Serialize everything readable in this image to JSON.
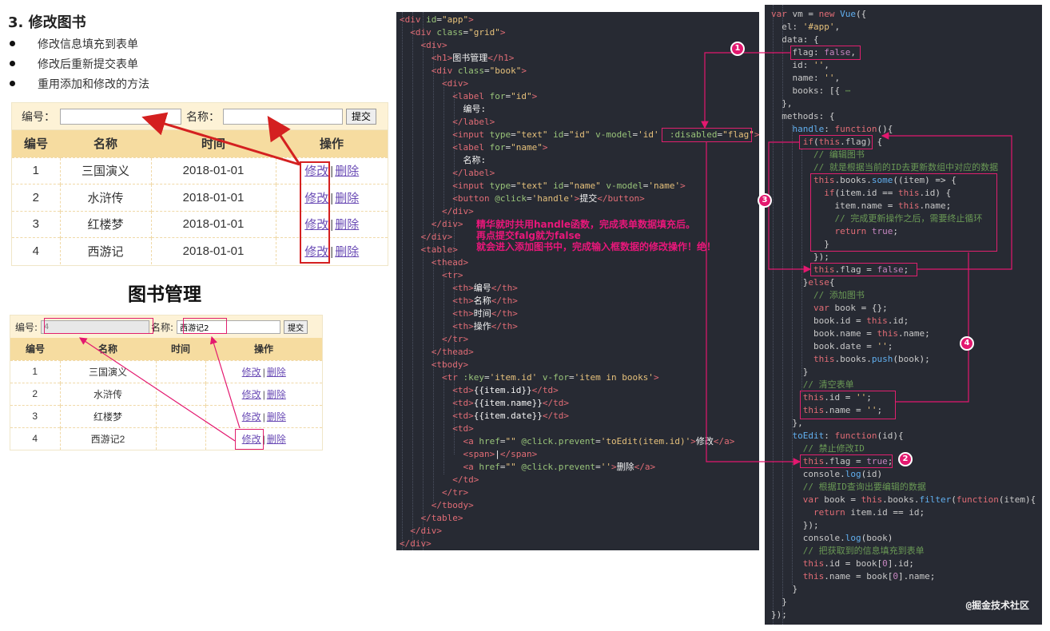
{
  "section": {
    "title": "3. 修改图书",
    "bullets": [
      "修改信息填充到表单",
      "修改后重新提交表单",
      "重用添加和修改的方法"
    ]
  },
  "demo1": {
    "id_label": "编号：",
    "name_label": "名称：",
    "submit_label": "提交",
    "headers": [
      "编号",
      "名称",
      "时间",
      "操作"
    ],
    "rows": [
      {
        "id": "1",
        "name": "三国演义",
        "date": "2018-01-01"
      },
      {
        "id": "2",
        "name": "水浒传",
        "date": "2018-01-01"
      },
      {
        "id": "3",
        "name": "红楼梦",
        "date": "2018-01-01"
      },
      {
        "id": "4",
        "name": "西游记",
        "date": "2018-01-01"
      }
    ],
    "edit_label": "修改",
    "divider": "|",
    "delete_label": "删除"
  },
  "demo2": {
    "title": "图书管理",
    "id_label": "编号:",
    "id_value": "4",
    "name_label": "名称:",
    "name_value": "西游记2",
    "submit_label": "提交",
    "headers": [
      "编号",
      "名称",
      "时间",
      "操作"
    ],
    "rows": [
      {
        "id": "1",
        "name": "三国演义",
        "date": ""
      },
      {
        "id": "2",
        "name": "水浒传",
        "date": ""
      },
      {
        "id": "3",
        "name": "红楼梦",
        "date": ""
      },
      {
        "id": "4",
        "name": "西游记2",
        "date": ""
      }
    ],
    "edit_label": "修改",
    "divider": "|",
    "delete_label": "删除"
  },
  "annotation": {
    "line1": "精华就时共用handle函数，完成表单数据填充后。",
    "line2": "再点提交falg就为false",
    "line3": "就会进入添加图书中，完成输入框数据的修改操作！绝！"
  },
  "badges": [
    "1",
    "2",
    "3",
    "4"
  ],
  "watermark": "@掘金技术社区",
  "colors": {
    "annotation": "#e3186f",
    "arrow": "#d42020",
    "table_header": "#f6dca0",
    "code_bg": "#272a33"
  }
}
